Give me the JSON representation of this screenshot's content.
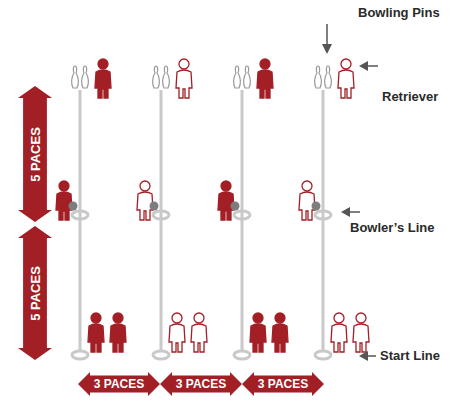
{
  "diagram": {
    "nodes": [
      {
        "text": [
          "5 PACES"
        ]
      },
      {
        "text": [
          "5 PACES"
        ]
      },
      {
        "text": [
          "3 PACES"
        ]
      },
      {
        "text": [
          "3 PACES"
        ]
      },
      {
        "text": [
          "3 PACES"
        ]
      }
    ],
    "labels": [
      "Bowling Pins",
      "Retriever",
      "Bowler’s Line",
      "Start Line"
    ]
  }
}
